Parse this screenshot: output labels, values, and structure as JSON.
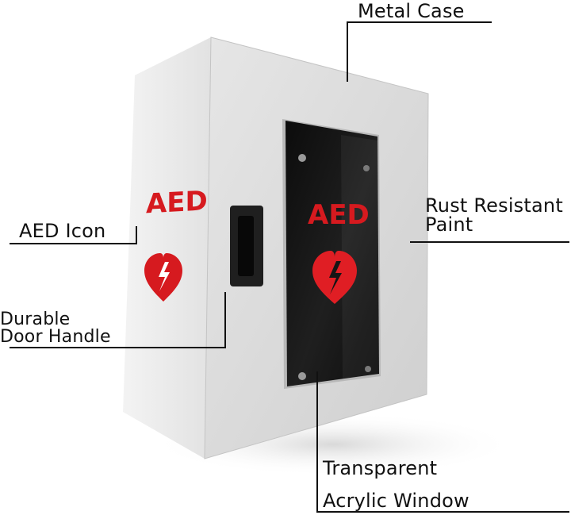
{
  "product": {
    "side_text": "AED",
    "window_text": "AED",
    "colors": {
      "case_front": "#dcdcdc",
      "case_side": "#ececec",
      "case_top": "#f2f2f2",
      "window": "#151515",
      "handle": "#1d1d1d",
      "aed_red": "#d61a1f",
      "leader_line": "#111111"
    },
    "icons": [
      "heart-bolt-icon",
      "heart-bolt-icon"
    ]
  },
  "callouts": {
    "metal_case": "Metal Case",
    "rust_resistant": {
      "line1": "Rust Resistant",
      "line2": "Paint"
    },
    "aed_icon": "AED Icon",
    "door_handle": {
      "line1": "Durable",
      "line2": "Door Handle"
    },
    "acrylic_window": {
      "line1": "Transparent",
      "line2": "Acrylic Window"
    }
  }
}
